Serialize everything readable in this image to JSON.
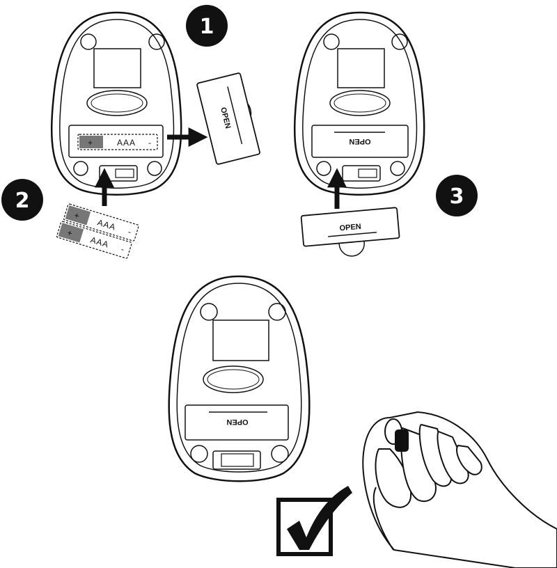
{
  "steps": [
    "1",
    "2",
    "3"
  ],
  "battery": {
    "type_label": "AAA",
    "plus_sign": "+",
    "minus_sign": "-"
  },
  "cover": {
    "label": "OPEN"
  },
  "icons": [
    "step-badge-icon",
    "arrow-icon",
    "battery-icon",
    "checkmark-icon",
    "hand-icon",
    "mouse-icon"
  ],
  "colors": {
    "line": "#111111",
    "battery_plus_fill": "#777777",
    "background": "#ffffff"
  }
}
